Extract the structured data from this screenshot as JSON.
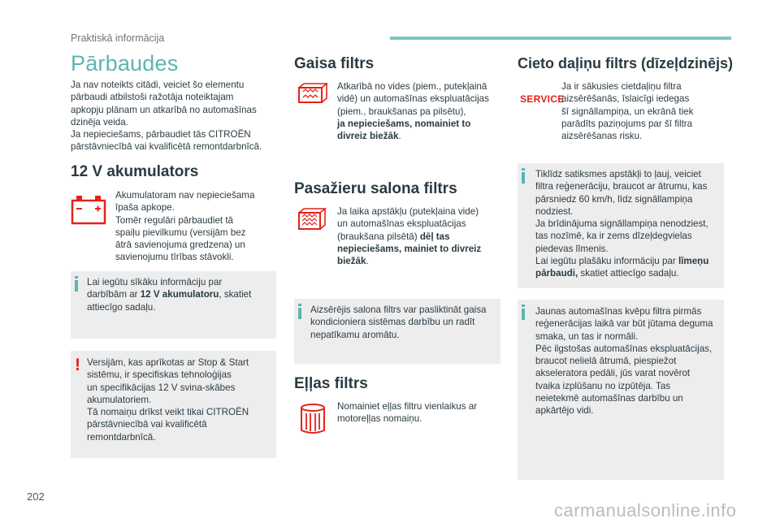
{
  "header": {
    "section": "Praktiskā informācija"
  },
  "page_number": "202",
  "col1": {
    "title": "Pārbaudes",
    "intro": [
      "Ja nav noteikts citādi, veiciet šo elementu",
      "pārbaudi atbilstoši ražotāja noteiktajam",
      "apkopju plānam un atkarībā no automašīnas",
      "dzinēja veida.",
      "Ja nepieciešams, pārbaudiet tās CITROËN",
      "pārstāvniecībā vai kvalificētā remontdarbnīcā."
    ],
    "battery": {
      "heading": "12 V akumulators",
      "icon": "battery-icon",
      "text": [
        "Akumulatoram nav nepieciešama",
        "īpaša apkope.",
        "Tomēr regulāri pārbaudiet tā",
        "spaiļu pievilkumu (versijām bez",
        "ātrā savienojuma gredzena) un",
        "savienojumu tīrības stāvokli."
      ]
    },
    "info_box": {
      "line1": "Lai iegūtu sīkāku informāciju par",
      "line2_pre": "darbībām ar ",
      "line2_bold": "12 V akumulatoru",
      "line2_post": ", skatiet",
      "line3": "attiecīgo sadaļu."
    },
    "warning_box": {
      "lines": [
        "Versijām, kas aprīkotas ar Stop & Start",
        "sistēmu, ir specifiskas tehnoloģijas",
        "un specifikācijas 12 V svina-skābes",
        "akumulatoriem.",
        "Tā nomaiņu drīkst veikt tikai CITROËN",
        "pārstāvniecībā vai kvalificētā",
        "remontdarbnīcā."
      ]
    }
  },
  "col2": {
    "air": {
      "heading": "Gaisa filtrs",
      "icon": "air-filter-icon",
      "lines": [
        "Atkarībā no vides (piem., putekļainā",
        "vidē) un automašīnas ekspluatācijas",
        "(piem., braukšanas pa pilsētu),"
      ],
      "bold1": "ja nepieciešams, nomainiet to",
      "bold2": "divreiz biežāk",
      "end": "."
    },
    "cabin": {
      "heading": "Pasažieru salona filtrs",
      "icon": "cabin-filter-icon",
      "lines": [
        "Ja laika apstākļu (putekļaina vide)",
        "un automašīnas ekspluatācijas"
      ],
      "l3_pre": "(braukšana pilsētā) ",
      "l3_bold": "dēļ tas",
      "bold4": "nepieciešams, mainiet to divreiz",
      "bold5": "biežāk",
      "end": "."
    },
    "cabin_box": {
      "lines": [
        "Aizsērējis salona filtrs var pasliktināt gaisa",
        "kondicioniera sistēmas darbību un radīt",
        "nepatīkamu aromātu."
      ]
    },
    "oil": {
      "heading": "Eļļas filtrs",
      "icon": "oil-filter-icon",
      "lines": [
        "Nomainiet eļļas filtru vienlaikus ar",
        "motoreļļas nomaiņu."
      ]
    }
  },
  "col3": {
    "dpf": {
      "heading": "Cieto daļiņu filtrs (dīzeļdzinējs)",
      "service_label": "SERVICE",
      "lines": [
        "Ja ir sākusies cietdaļiņu filtra",
        "aizsērēšanās, īslaicīgi iedegas",
        "šī signāllampiņa, un ekrānā tiek",
        "parādīts paziņojums par šī filtra",
        "aizsērēšanas risku."
      ]
    },
    "box1": {
      "lines": [
        "Tiklīdz satiksmes apstākļi to ļauj, veiciet",
        "filtra reģenerāciju, braucot ar ātrumu, kas",
        "pārsniedz 60 km/h, līdz signāllampiņa",
        "nodziest.",
        "Ja brīdinājuma signāllampiņa nenodziest,",
        "tas nozīmē, ka ir zems dīzeļdegvielas",
        "piedevas līmenis."
      ],
      "l8_pre": "Lai iegūtu plašāku informāciju par ",
      "l8_bold": "līmeņu",
      "l9_bold": "pārbaudi,",
      "l9_post": " skatiet attiecīgo sadaļu."
    },
    "box2": {
      "lines": [
        "Jaunas automašīnas kvēpu filtra pirmās",
        "reģenerācijas laikā var būt jūtama deguma",
        "smaka, un tas ir normāli.",
        "Pēc ilgstošas automašīnas ekspluatācijas,",
        "braucot nelielā ātrumā, piespiežot",
        "akseleratora pedāli, jūs varat novērot",
        "tvaika izplūšanu no izpūtēja. Tas",
        "neietekmē automašīnas darbību un",
        "apkārtējo vidi."
      ]
    }
  },
  "watermark": "carmanualsonline.info",
  "colors": {
    "teal": "#5bb5b2",
    "red": "#e2231a",
    "box": "#ededee"
  }
}
